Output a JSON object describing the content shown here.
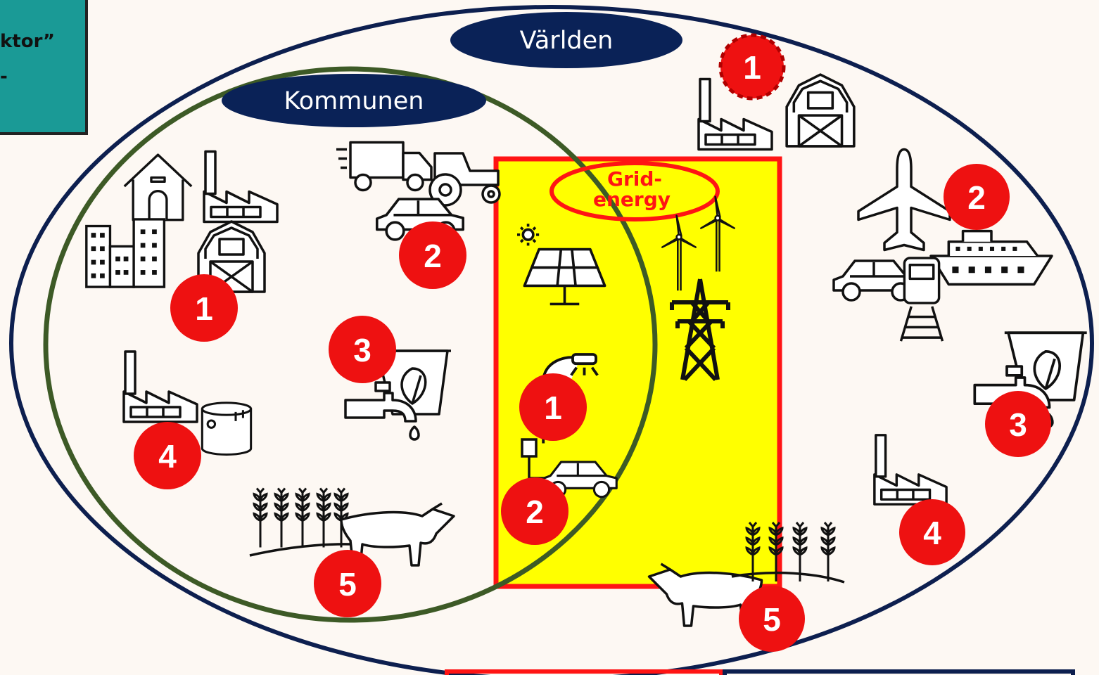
{
  "corner_box": {
    "line1": "ktor”",
    "line2": "-"
  },
  "labels": {
    "world": "Världen",
    "municipality": "Kommunen",
    "grid_energy_line1": "Grid-",
    "grid_energy_line2": "energy"
  },
  "badges": {
    "world_top": "1",
    "world_transport": "2",
    "world_water": "3",
    "world_industry": "4",
    "world_agriculture": "5",
    "muni_buildings": "1",
    "muni_transport": "2",
    "muni_water": "3",
    "muni_industry": "4",
    "muni_agriculture": "5",
    "grid_lighting": "1",
    "grid_ev": "2"
  },
  "colors": {
    "background": "#fdf8f3",
    "world_outline": "#0d1f4f",
    "municipality_outline": "#3d5a26",
    "label_pill": "#0a2257",
    "grid_box_fill": "#ffff00",
    "grid_box_border": "#ff1414",
    "badge": "#ee1111",
    "corner_box": "#1a9a96"
  }
}
